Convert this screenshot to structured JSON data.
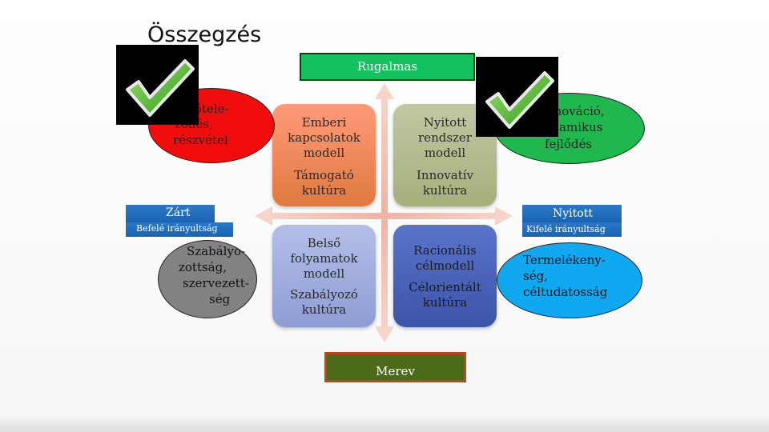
{
  "title": "Összegzés",
  "axes": {
    "top": "Rugalmas",
    "bottom": "Merev",
    "left": "Zárt",
    "left_sub": "Befelé irányultság",
    "right": "Nyitott",
    "right_sub": "Kifelé irányultság"
  },
  "quadrants": {
    "top_left": {
      "line1": "Emberi",
      "line2": "kapcsolatok",
      "line3": "modell",
      "culture1": "Támogató",
      "culture2": "kultúra"
    },
    "top_right": {
      "line1": "Nyitott",
      "line2": "rendszer",
      "line3": "modell",
      "culture1": "Innovatív",
      "culture2": "kultúra"
    },
    "bottom_left": {
      "line1": "Belső",
      "line2": "folyamatok",
      "line3": "modell",
      "culture1": "Szabályozó",
      "culture2": "kultúra"
    },
    "bottom_right": {
      "line1": "Racionális",
      "line2": "célmodell",
      "culture1": "Célorientált",
      "culture2": "kultúra"
    }
  },
  "ellipses": {
    "red": {
      "line1": "Elkötele-",
      "line2": "ződés,",
      "line3": "részvétel",
      "color": "#f20d0d"
    },
    "green": {
      "line1": "Innováció,",
      "line2": "dinamikus",
      "line3": "fejlődés",
      "color": "#1fb84e"
    },
    "grey": {
      "line1": "Szabályo-",
      "line2": "zottság,",
      "line3": "szervezett-",
      "line4": "ség",
      "color": "#828282"
    },
    "blue": {
      "line1": "Termelékeny-",
      "line2": "ség,",
      "line3": "céltudatosság",
      "color": "#10a8f0"
    }
  },
  "icons": {
    "check": "check-mark-icon"
  }
}
